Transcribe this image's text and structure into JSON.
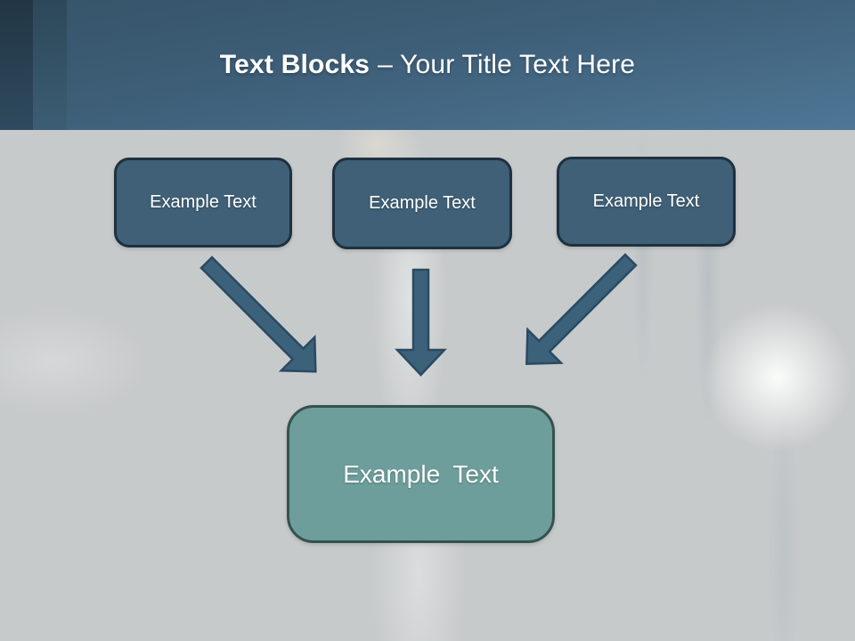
{
  "slide": {
    "title_bold": "Text Blocks",
    "title_rest": "– Your Title Text Here"
  },
  "diagram": {
    "top_boxes": [
      {
        "label": "Example Text"
      },
      {
        "label": "Example Text"
      },
      {
        "label": "Example Text"
      }
    ],
    "bottom_box": {
      "label": "Example Text"
    },
    "arrows": [
      {
        "name": "arrow-down-right",
        "direction": "down-right"
      },
      {
        "name": "arrow-down",
        "direction": "down"
      },
      {
        "name": "arrow-down-left",
        "direction": "down-left"
      }
    ]
  },
  "colors": {
    "header_top": "#365469",
    "header_bottom": "#4e7796",
    "stripe_dark": "#223645",
    "stripe_mid": "#2d4859",
    "content_bg": "#c7cacb",
    "box_fill": "#3f6076",
    "box_border": "#1d3140",
    "target_fill": "#6d9e9b",
    "target_border": "#35524e",
    "arrow_fill": "#3c617b",
    "arrow_stroke": "#2b4a61",
    "title_text": "#ffffff"
  }
}
